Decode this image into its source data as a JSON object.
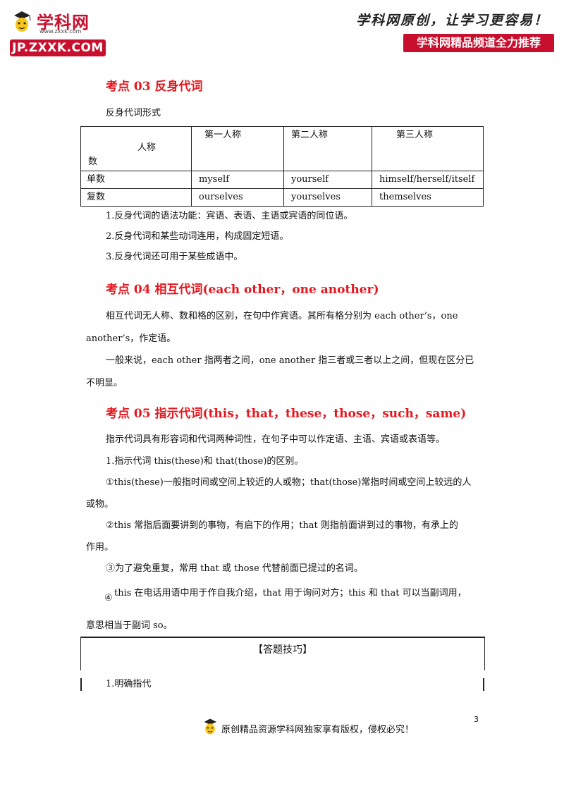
{
  "header": {
    "logo_name": "学科网",
    "logo_url": "www.zxxk.com",
    "logo_badge": "JP.ZXXK.COM",
    "slogan": "学科网原创，让学习更容易！",
    "channel_badge": "学科网精品频道全力推荐"
  },
  "section03": {
    "heading": "考点 03 反身代词",
    "table_title": "反身代词形式",
    "table": {
      "corner_top": "人称",
      "corner_bottom": "数",
      "headers": [
        "第一人称",
        "第二人称",
        "第三人称"
      ],
      "rows": [
        {
          "label": "单数",
          "cells": [
            "myself",
            "yourself",
            "himself/herself/itself"
          ]
        },
        {
          "label": "复数",
          "cells": [
            "ourselves",
            "yourselves",
            "themselves"
          ]
        }
      ]
    },
    "points": [
      "1.反身代词的语法功能：宾语、表语、主语或宾语的同位语。",
      "2.反身代词和某些动词连用，构成固定短语。",
      "3.反身代词还可用于某些成语中。"
    ]
  },
  "section04": {
    "heading": "考点 04  相互代词(each other，one another)",
    "p1_line1": "相互代词无人称、数和格的区别，在句中作宾语。其所有格分别为 each other’s，one",
    "p1_line2": "another’s，作定语。",
    "p2_line1": "一般来说，each other 指两者之间，one another 指三者或三者以上之间，但现在区分已",
    "p2_line2": "不明显。"
  },
  "section05": {
    "heading": "考点 05 指示代词(this，that，these，those，such，same)",
    "intro": "指示代词具有形容词和代词两种词性，在句子中可以作定语、主语、宾语或表语等。",
    "point1": "1.指示代词 this(these)和 that(those)的区别。",
    "a_line1": "①this(these)一般指时间或空间上较近的人或物；that(those)常指时间或空间上较远的人",
    "a_line2": "或物。",
    "b_line1": "②this 常指后面要讲到的事物，有启下的作用；that 则指前面讲到过的事物，有承上的",
    "b_line2": "作用。",
    "c_line1": "③为了避免重复，常用 that 或 those 代替前面已提过的名词。",
    "d_marker": "④",
    "d_line1": "this 在电话用语中用于作自我介绍，that 用于询问对方；this 和 that 可以当副词用，",
    "d_line2": "意思相当于副词 so。"
  },
  "tips": {
    "title": "【答题技巧】",
    "item1": "1.明确指代"
  },
  "footer": {
    "text": "原创精品资源学科网独家享有版权，侵权必究！",
    "page_number": "3"
  },
  "colors": {
    "brand_red": "#c8102e",
    "heading_red": "#e5161d"
  }
}
